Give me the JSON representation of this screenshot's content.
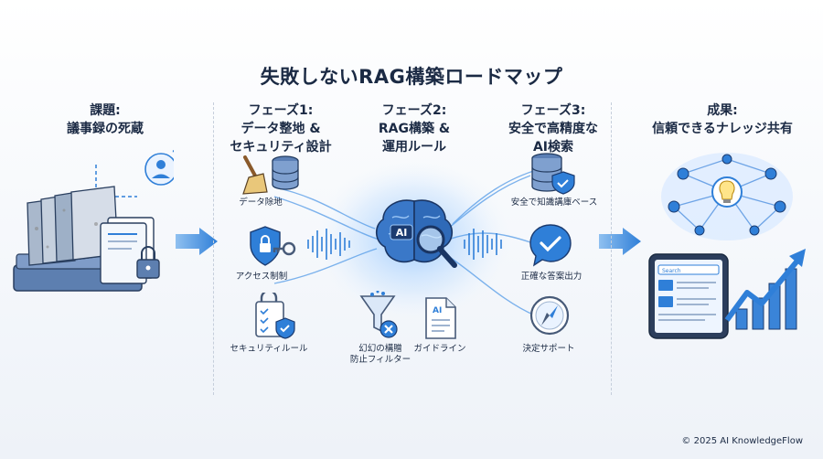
{
  "title": "失敗しないRAG構築ロードマップ",
  "columns": {
    "problem": {
      "line1": "課題:",
      "line2": "議事録の死蔵"
    },
    "phase1": {
      "line1": "フェーズ1:",
      "line2": "データ整地 &",
      "line3": "セキュリティ設計"
    },
    "phase2": {
      "line1": "フェーズ2:",
      "line2": "RAG構築 &",
      "line3": "運用ルール"
    },
    "phase3": {
      "line1": "フェーズ3:",
      "line2": "安全で高精度な",
      "line3": "AI検索"
    },
    "result": {
      "line1": "成果:",
      "line2": "信頼できるナレッジ共有"
    }
  },
  "labels": {
    "data_cleanup": "データ除地",
    "access_control": "アクセス制制",
    "security_rules": "セキュリティルール",
    "hallucination_filter_line1": "幻幻の構贈",
    "hallucination_filter_line2": "防止フィルター",
    "guidelines": "ガイドライン",
    "secure_kb": "安全で知識講庫ベース",
    "accurate_output": "正確な答案出力",
    "decision_support": "決定サポート"
  },
  "brain_text": "AI",
  "doc_text": "AI",
  "tablet_search": "Search",
  "copyright": "© 2025 AI KnowledgeFlow",
  "colors": {
    "accent": "#2f7fd8",
    "dark": "#1b2a44",
    "light_blue": "#cfe2fa"
  }
}
